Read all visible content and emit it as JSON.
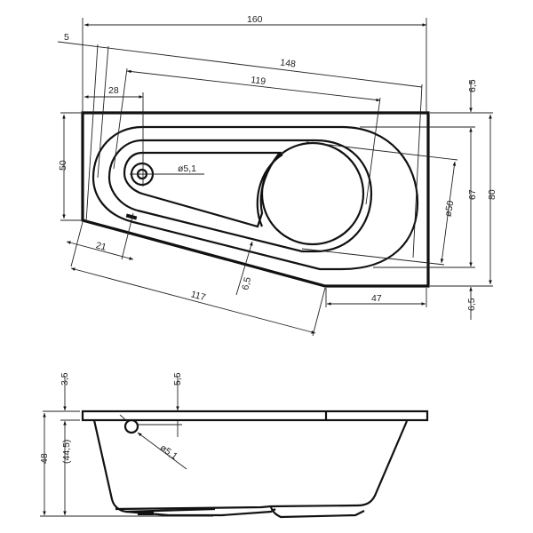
{
  "drawing": {
    "title": "Asymmetric corner bathtub technical drawing",
    "plan_view": {
      "dimensions": {
        "overall_length": "160",
        "inner_slanted_length": "148",
        "basin_slanted_length": "119",
        "offset_left": "5",
        "overflow_offset": "28",
        "left_height": "50",
        "rim_top": "6,5",
        "inner_width": "67",
        "overall_width": "80",
        "rim_bottom": "6,5",
        "basin_diameter": "ø50",
        "overflow_diameter": "ø5,1",
        "overflow_from_edge": "21",
        "slanted_side": "117",
        "slanted_rim": "6,5",
        "right_bottom_width": "47"
      }
    },
    "side_view": {
      "dimensions": {
        "rim_thickness": "3,5",
        "overflow_depth": "5,5",
        "overall_height": "48",
        "inner_height": "(44,5)",
        "overflow_diameter": "ø5,1"
      }
    }
  }
}
